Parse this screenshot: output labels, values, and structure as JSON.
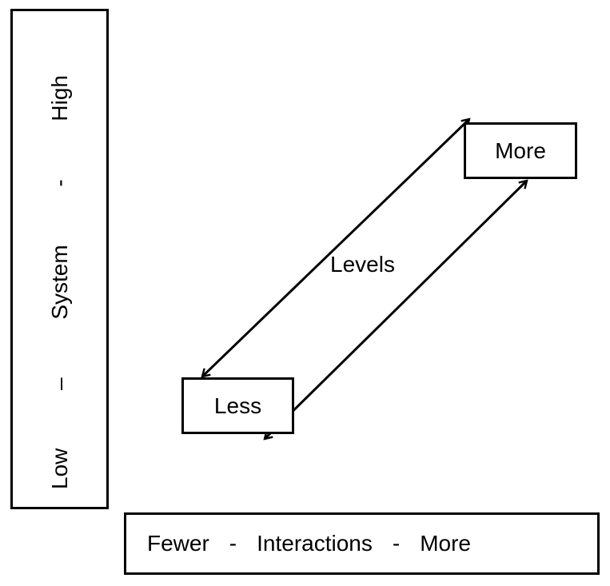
{
  "canvas": {
    "background_color": "#ffffff",
    "stroke_color": "#000000"
  },
  "vertical_axis": {
    "low": "Low",
    "dash1": "–",
    "label": "System",
    "dash2": "-",
    "high": "High"
  },
  "horizontal_axis": {
    "fewer": "Fewer",
    "dash1": "-",
    "label": "Interactions",
    "dash2": "-",
    "more": "More"
  },
  "nodes": {
    "less_label": "Less",
    "more_label": "More"
  },
  "connector": {
    "label": "Levels"
  }
}
